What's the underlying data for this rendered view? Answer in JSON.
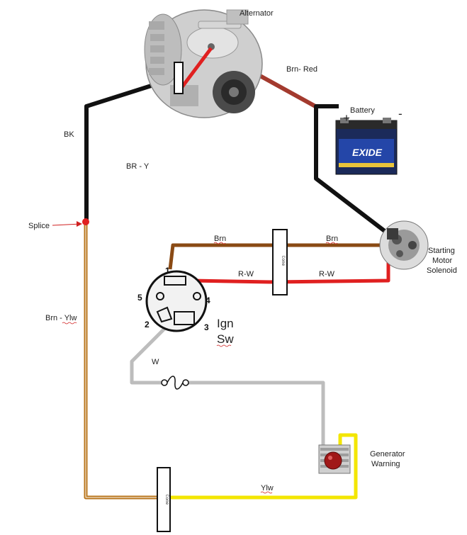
{
  "labels": {
    "alternator": "Alternator",
    "brn_red": "Brn- Red",
    "battery": "Battery",
    "battery_plus": "+",
    "battery_minus": "-",
    "battery_brand": "EXIDE",
    "bk": "BK",
    "br_y": "BR - Y",
    "splice": "Splice",
    "brn_ylw": "Brn - Ylw",
    "brn_left": "Brn",
    "brn_right": "Brn",
    "rw_left": "R-W",
    "rw_right": "R-W",
    "starter_line1": "Starting",
    "starter_line2": "Motor",
    "starter_line3": "Solenoid",
    "ign_line1": "Ign",
    "ign_line2": "Sw",
    "pin1": "1",
    "pin2": "2",
    "pin3": "3",
    "pin4": "4",
    "pin5": "5",
    "w": "W",
    "ylw": "Ylw",
    "gen_line1": "Generator",
    "gen_line2": "Warning",
    "connector_top": "Cone",
    "connector_bottom": "Cone"
  },
  "colors": {
    "wire_black": "#111111",
    "wire_brown_red": "#a33a2e",
    "wire_brown": "#8a4a14",
    "wire_red": "#e02020",
    "wire_gray": "#bdbdbd",
    "wire_yellow": "#f3e600",
    "wire_brown_yellow": "#b8741a",
    "splice_dot": "#e02020"
  }
}
